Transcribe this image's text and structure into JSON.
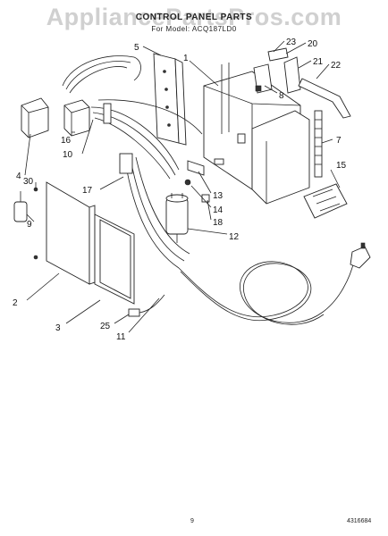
{
  "header": {
    "title": "CONTROL PANEL PARTS",
    "subtitle": "For Model: ACQ187LD0"
  },
  "watermark": "AppliancePartsPros.com",
  "callouts": [
    "1",
    "2",
    "3",
    "4",
    "5",
    "7",
    "8",
    "9",
    "10",
    "11",
    "12",
    "13",
    "14",
    "15",
    "16",
    "17",
    "18",
    "20",
    "21",
    "22",
    "23",
    "25",
    "30"
  ],
  "footer": {
    "page_number": "9",
    "doc_number": "4316684"
  }
}
